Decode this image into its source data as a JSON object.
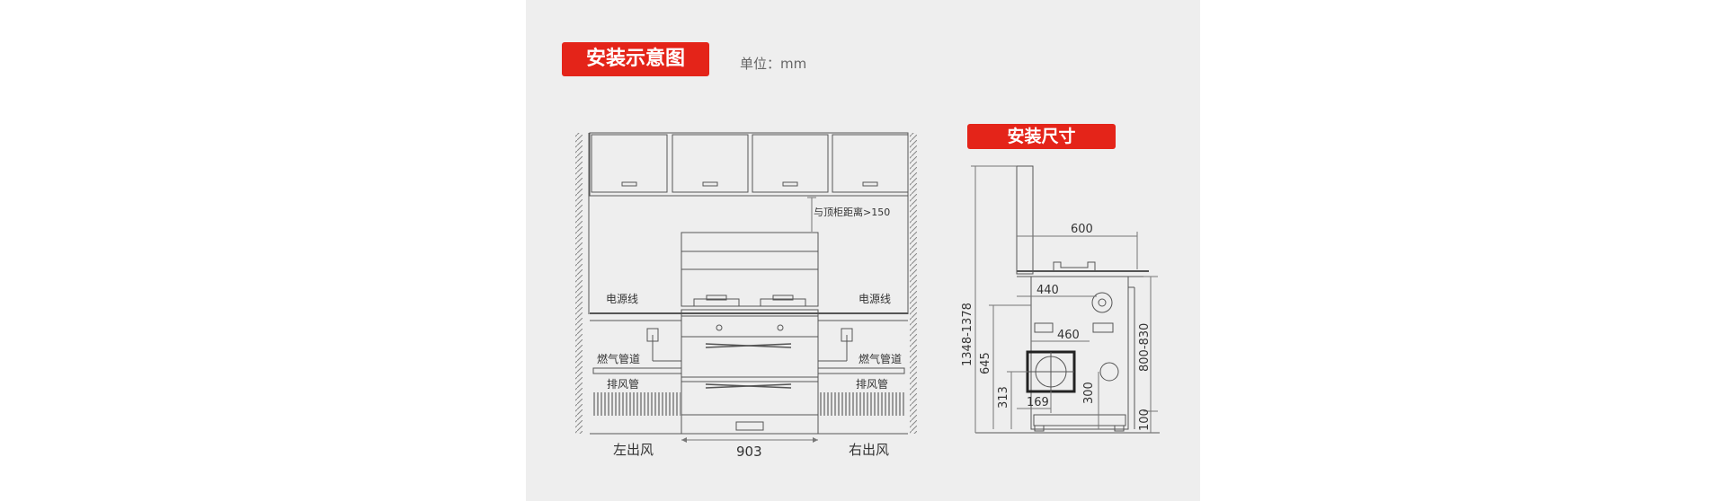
{
  "header": {
    "title": "安装示意图",
    "unit": "单位：mm"
  },
  "install_diagram": {
    "top_clearance": "与顶柜距离>150",
    "power_left": "电源线",
    "power_right": "电源线",
    "gas_left": "燃气管道",
    "gas_right": "燃气管道",
    "exhaust_left": "排风管",
    "exhaust_right": "排风管",
    "width": "903",
    "left_outlet": "左出风",
    "right_outlet": "右出风"
  },
  "size_diagram": {
    "title": "安装尺寸",
    "d600": "600",
    "d440": "440",
    "d460": "460",
    "d169": "169",
    "d300": "300",
    "d313": "313",
    "d645": "645",
    "d1348": "1348-1378",
    "d800": "800-830",
    "d100": "100"
  },
  "colors": {
    "accent": "#e42419",
    "panel": "#eeeeee",
    "line": "#555555"
  }
}
